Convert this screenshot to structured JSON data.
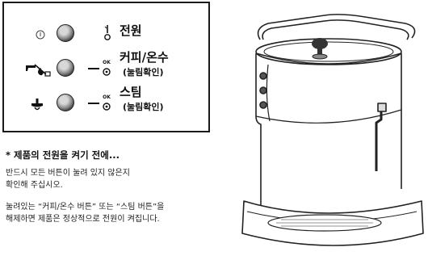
{
  "panel": {
    "power": {
      "label": "전원",
      "symbol_icon": "power-standby-icon"
    },
    "coffee": {
      "label": "커피/온수",
      "sub": "(눌림확인)",
      "symbol_icon": "coffee-hot-water-icon",
      "indicator": "OK"
    },
    "steam": {
      "label": "스팀",
      "sub": "(눌림확인)",
      "symbol_icon": "steam-icon",
      "indicator": "OK"
    }
  },
  "note": {
    "title": "* 제품의 전원을 켜기 전에...",
    "para1": [
      "반드시 모든 버튼이 눌려 있지 않은지",
      "확인해 주십시오."
    ],
    "para2": [
      "눌려있는 “커피/온수 버튼” 또는 “스팀 버튼”을",
      "해제하면 제품은 정상적으로 전원이 켜집니다."
    ]
  },
  "illustration": {
    "name": "espresso-machine-icon"
  }
}
